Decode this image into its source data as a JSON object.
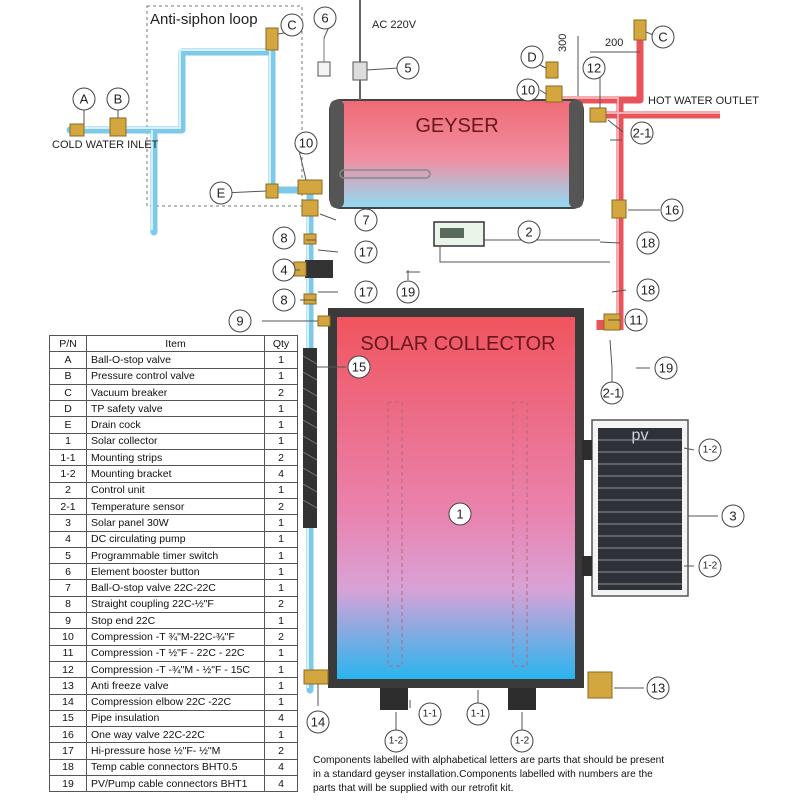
{
  "labels": {
    "anti_siphon_loop": "Anti-siphon loop",
    "cold_water_inlet": "COLD WATER INLET",
    "ac_220v": "AC 220V",
    "geyser": "GEYSER",
    "hot_water_outlet": "HOT WATER OUTLET",
    "solar_collector": "SOLAR COLLECTOR",
    "pv": "pv",
    "dim_300": "300",
    "dim_200": "200"
  },
  "callouts": {
    "A": "A",
    "B": "B",
    "C_loop": "C",
    "C_right": "C",
    "D": "D",
    "E": "E",
    "n1": "1",
    "n1_1a": "1-1",
    "n1_1b": "1-1",
    "n1_2_pv_top": "1-2",
    "n1_2_pv_bottom": "1-2",
    "n1_2_foot_left": "1-2",
    "n1_2_foot_right": "1-2",
    "n2": "2",
    "n2_1_top": "2-1",
    "n2_1_bottom": "2-1",
    "n3": "3",
    "n4": "4",
    "n5": "5",
    "n6": "6",
    "n7": "7",
    "n8_top": "8",
    "n8_bottom": "8",
    "n9": "9",
    "n10_left": "10",
    "n10_right": "10",
    "n11": "11",
    "n12": "12",
    "n13": "13",
    "n14": "14",
    "n15": "15",
    "n16": "16",
    "n17_top": "17",
    "n17_bottom": "17",
    "n18_top": "18",
    "n18_bottom": "18",
    "n19_left": "19",
    "n19_right": "19"
  },
  "parts_table": {
    "headers": {
      "pn": "P/N",
      "item": "Item",
      "qty": "Qty"
    },
    "rows": [
      {
        "pn": "A",
        "item": "Ball-O-stop valve",
        "qty": "1"
      },
      {
        "pn": "B",
        "item": "Pressure control valve",
        "qty": "1"
      },
      {
        "pn": "C",
        "item": "Vacuum breaker",
        "qty": "2"
      },
      {
        "pn": "D",
        "item": "TP safety valve",
        "qty": "1"
      },
      {
        "pn": "E",
        "item": "Drain cock",
        "qty": "1"
      },
      {
        "pn": "1",
        "item": "Solar collector",
        "qty": "1"
      },
      {
        "pn": "1-1",
        "item": "Mounting strips",
        "qty": "2"
      },
      {
        "pn": "1-2",
        "item": "Mounting bracket",
        "qty": "4"
      },
      {
        "pn": "2",
        "item": "Control unit",
        "qty": "1"
      },
      {
        "pn": "2-1",
        "item": "Temperature sensor",
        "qty": "2"
      },
      {
        "pn": "3",
        "item": "Solar panel 30W",
        "qty": "1"
      },
      {
        "pn": "4",
        "item": "DC circulating  pump",
        "qty": "1"
      },
      {
        "pn": "5",
        "item": "Programmable timer switch",
        "qty": "1"
      },
      {
        "pn": "6",
        "item": "Element booster button",
        "qty": "1"
      },
      {
        "pn": "7",
        "item": "Ball-O-stop valve 22C-22C",
        "qty": "1"
      },
      {
        "pn": "8",
        "item": "Straight coupling 22C-½\"F",
        "qty": "2"
      },
      {
        "pn": "9",
        "item": "Stop end 22C",
        "qty": "1"
      },
      {
        "pn": "10",
        "item": "Compression -T ¾\"M-22C-¾\"F",
        "qty": "2"
      },
      {
        "pn": "11",
        "item": "Compression -T ½\"F - 22C - 22C",
        "qty": "1"
      },
      {
        "pn": "12",
        "item": "Compression -T -¾\"M - ½\"F - 15C",
        "qty": "1"
      },
      {
        "pn": "13",
        "item": "Anti freeze valve",
        "qty": "1"
      },
      {
        "pn": "14",
        "item": "Compression elbow 22C -22C",
        "qty": "1"
      },
      {
        "pn": "15",
        "item": "Pipe insulation",
        "qty": "4"
      },
      {
        "pn": "16",
        "item": "One way valve 22C-22C",
        "qty": "1"
      },
      {
        "pn": "17",
        "item": "Hi-pressure hose ½\"F- ½\"M",
        "qty": "2"
      },
      {
        "pn": "18",
        "item": "Temp cable  connectors BHT0.5",
        "qty": "4"
      },
      {
        "pn": "19",
        "item": "PV/Pump cable  connectors BHT1",
        "qty": "4"
      }
    ]
  },
  "footnote": "Components labelled with alphabetical letters are parts that should be present in a standard geyser installation.Components labelled with numbers are the parts that will be supplied with our retrofit kit.",
  "colors": {
    "hot_pipe": "#e8545a",
    "cold_pipe": "#8fd3ef",
    "frame": "#3a3a3a",
    "brass": "#d4a640",
    "geyser_top": "#ef6a74",
    "geyser_bottom": "#8fdcf5",
    "collector_top": "#f0545e",
    "collector_bottom": "#2ab4ee"
  }
}
